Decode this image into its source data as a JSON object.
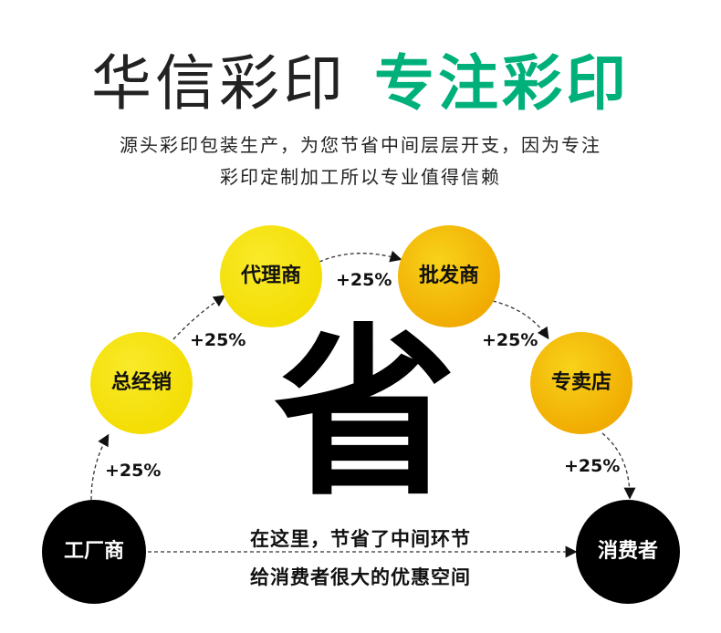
{
  "header": {
    "brand": "华信彩印",
    "slogan": "专注彩印",
    "sub_line1": "源头彩印包装生产，为您节省中间层层开支，因为专注",
    "sub_line2": "彩印定制加工所以专业值得信赖"
  },
  "nodes": {
    "factory": "工厂商",
    "general": "总经销",
    "agent": "代理商",
    "wholesale": "批发商",
    "store": "专卖店",
    "consumer": "消费者"
  },
  "markups": [
    "+25%",
    "+25%",
    "+25%",
    "+25%",
    "+25%"
  ],
  "center_char": "省",
  "note": {
    "line1": "在这里，节省了中间环节",
    "line2": "给消费者很大的优惠空间"
  },
  "colors": {
    "green": "#00b07a",
    "yellow": "#f5e10a",
    "orange": "#f5b800",
    "black": "#000000"
  }
}
